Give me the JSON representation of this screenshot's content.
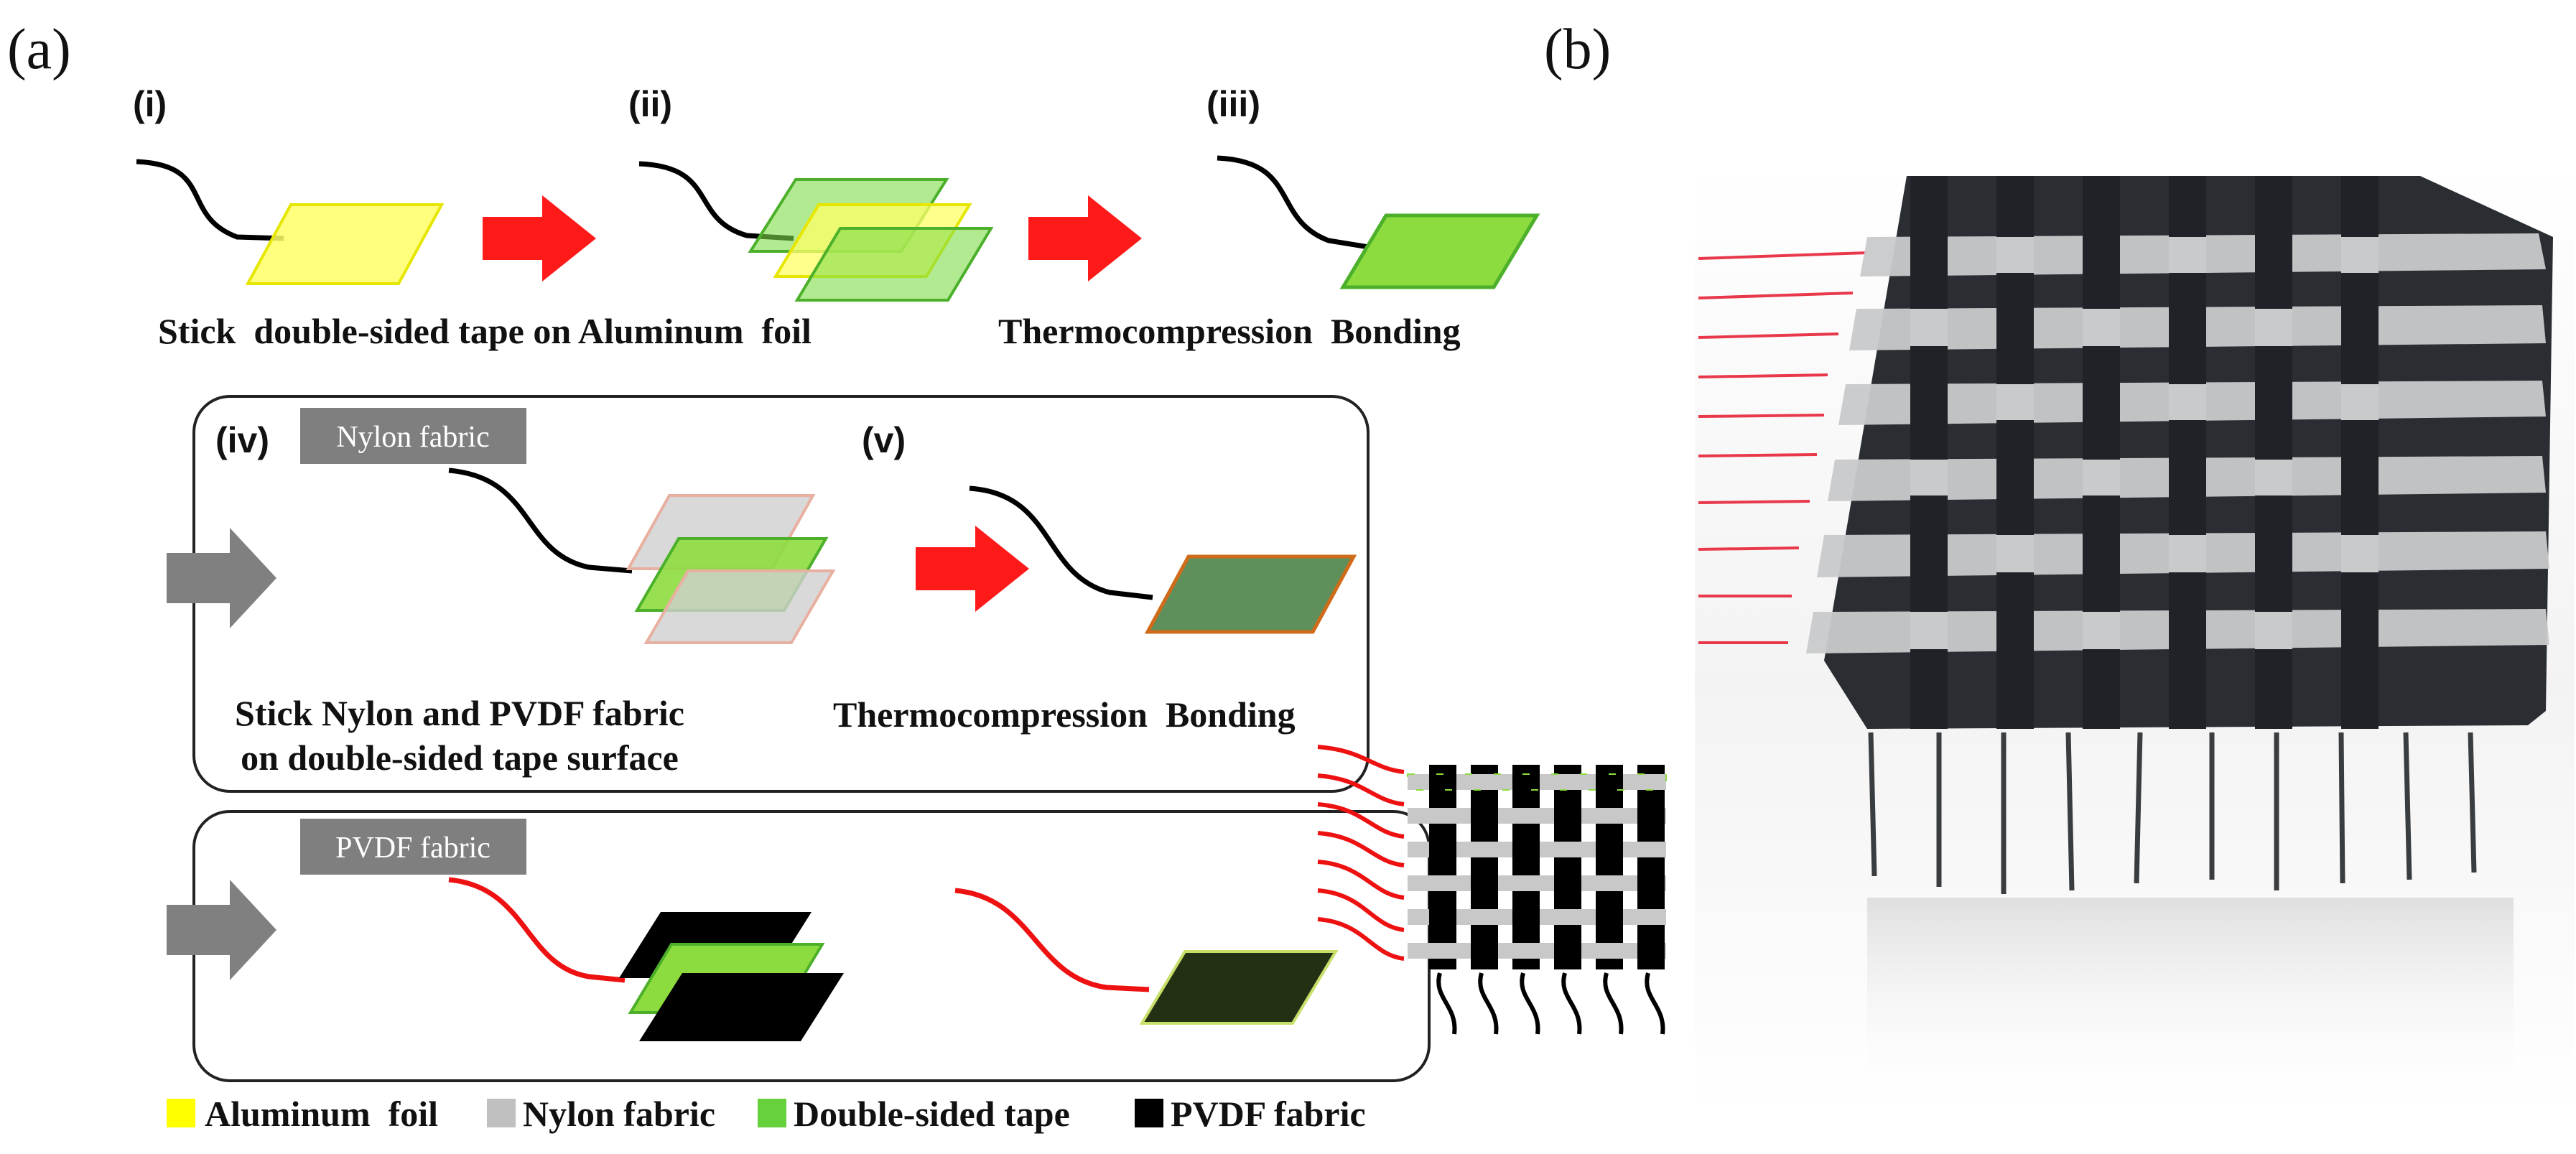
{
  "panels": {
    "a": "(a)",
    "b": "(b)"
  },
  "steps": {
    "i": "(i)",
    "ii": "(ii)",
    "iii": "(iii)",
    "iv": "(iv)",
    "v": "(v)"
  },
  "captions": {
    "stick_tape": "Stick  double-sided tape on Aluminum  foil",
    "thermo_1": "Thermocompression  Bonding",
    "stick_nylon_line1": "Stick Nylon and PVDF fabric",
    "stick_nylon_line2": "on double-sided tape surface",
    "thermo_2": "Thermocompression  Bonding"
  },
  "tags": {
    "nylon": "Nylon fabric",
    "pvdf": "PVDF fabric"
  },
  "legend": [
    {
      "label": "Aluminum  foil",
      "color": "#ffff00"
    },
    {
      "label": "Nylon fabric",
      "color": "#c0c0c0"
    },
    {
      "label": "Double-sided tape",
      "color": "#66d13a"
    },
    {
      "label": "PVDF fabric",
      "color": "#000000"
    }
  ],
  "colors": {
    "arrow_red": "#ff1a1a",
    "arrow_gray": "#808080",
    "aluminum": "#ffff66",
    "tape": "#7fdc4a",
    "nylon": "#cfcfcf",
    "pvdf": "#000000",
    "bonded_nylon": "#5f8f5a",
    "bonded_pvdf": "#243014",
    "wire_black": "#000000",
    "wire_red": "#ee1111"
  }
}
